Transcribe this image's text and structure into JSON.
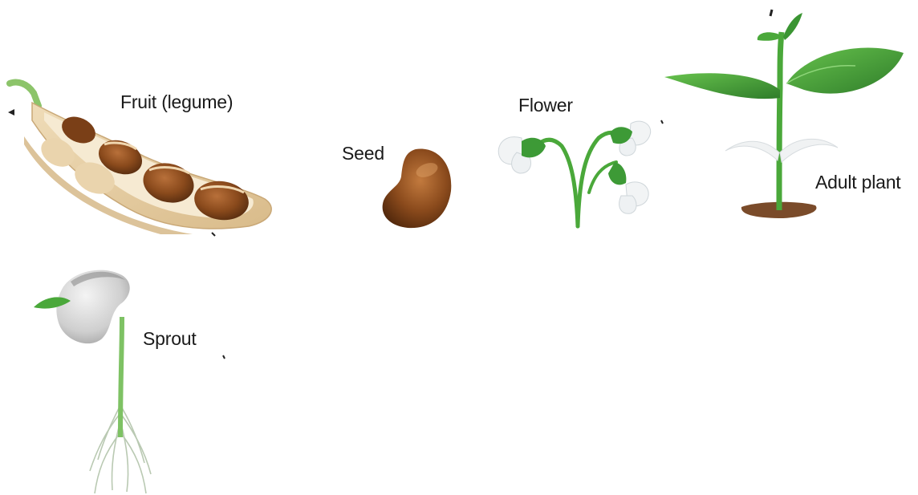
{
  "stages": {
    "fruit": {
      "label": "Fruit (legume)",
      "icon": "bean-pod-icon"
    },
    "seed": {
      "label": "Seed",
      "icon": "bean-seed-icon"
    },
    "flower": {
      "label": "Flower",
      "icon": "bean-flower-icon"
    },
    "adult": {
      "label": "Adult plant",
      "icon": "adult-plant-icon"
    },
    "sprout": {
      "label": "Sprout",
      "icon": "sprout-icon"
    }
  },
  "colors": {
    "pod_outer": "#e6cfa4",
    "pod_inner": "#f6ead2",
    "seed_brown": "#8a4a1c",
    "leaf_green": "#4aa83a",
    "leaf_dark": "#2f7d2a",
    "soil": "#7a4b2a",
    "petal_white": "#f2f4f5"
  }
}
